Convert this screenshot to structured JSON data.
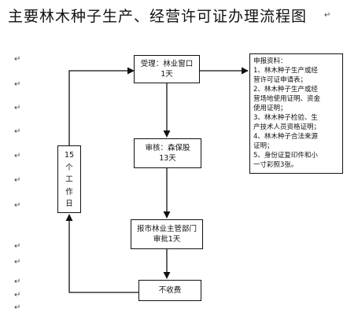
{
  "title": "主要林木种子生产、经营许可证办理流程图",
  "paragraph_mark": "↵",
  "nodes": {
    "accept": {
      "lines": [
        "受理：林业窗口",
        "1天"
      ]
    },
    "review": {
      "lines": [
        "审核：森保股",
        "13天"
      ]
    },
    "approve": {
      "lines": [
        "报市林业主管部门",
        "审批1天"
      ]
    },
    "fee": {
      "lines": [
        "不收费"
      ]
    },
    "workdays": {
      "lines": [
        "15",
        "个",
        "工",
        "作",
        "日"
      ]
    }
  },
  "materials": {
    "lines": [
      "申报资料：",
      "1、林木种子生产或经",
      "营许可证申请表；",
      "2、林木种子生产或经",
      "营场地使用证明、资金",
      "使用证明；",
      "3、林木种子检验、生",
      "产技术人员资格证明；",
      "4、林木种子合法来源",
      "证明；",
      "5、身份证复印件和小",
      "一寸彩照3张。"
    ]
  }
}
